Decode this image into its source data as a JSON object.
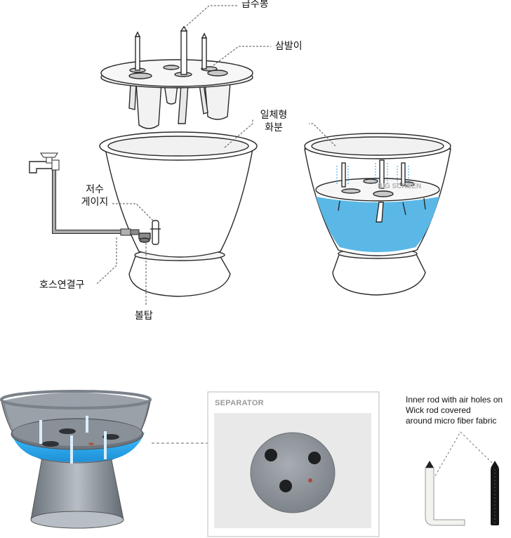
{
  "top_diagram": {
    "labels": {
      "water_pipe": "급수봉",
      "wick": "삼발이",
      "pot_line1": "일체형",
      "pot_line2": "화분",
      "gauge_line1": "저수",
      "gauge_line2": "게이지",
      "hose": "호스연결구",
      "ball_valve": "볼탑"
    },
    "watermark": "BIG SCREEN"
  },
  "bottom_section": {
    "separator_title": "SEPARATOR",
    "rods_description": [
      "Inner rod with air holes on",
      "Wick rod covered",
      "around micro fiber fabric"
    ]
  },
  "colors": {
    "water": "#5bb8e6",
    "line": "#2a2a2a",
    "pot_fill": "#ffffff",
    "hose": "#9a9a9a"
  }
}
